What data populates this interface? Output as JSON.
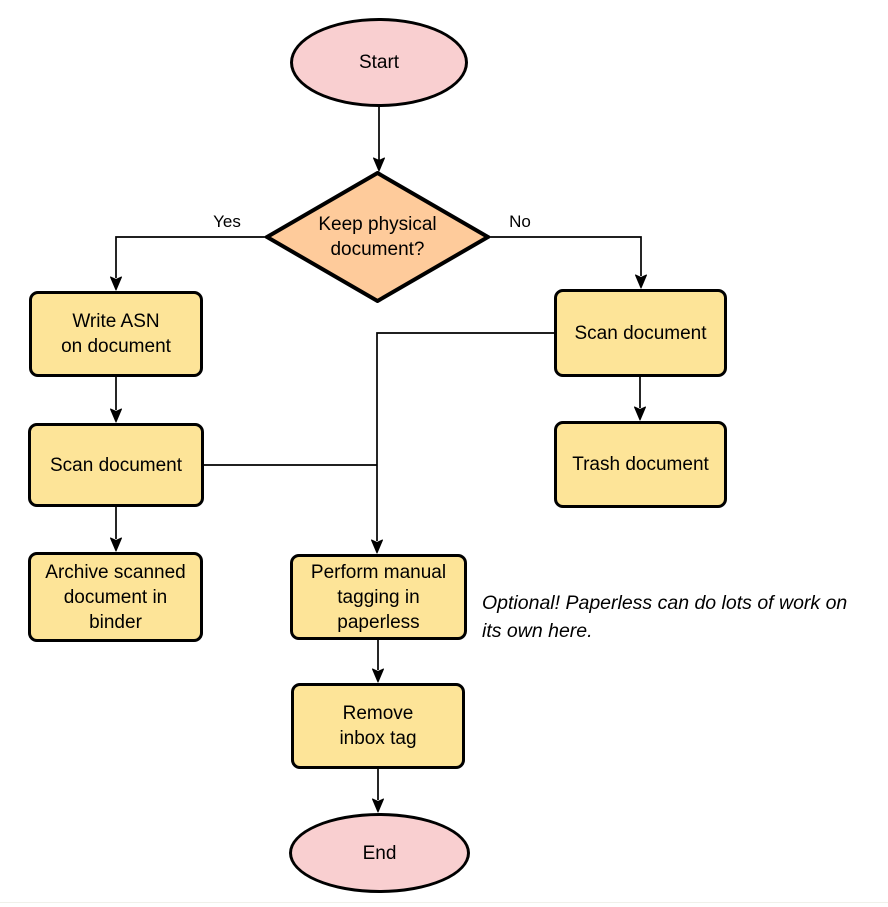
{
  "diagram": {
    "type": "flowchart",
    "nodes": {
      "start": {
        "label": "Start",
        "shape": "ellipse"
      },
      "decision": {
        "label": "Keep physical\ndocument?",
        "shape": "diamond"
      },
      "write_asn": {
        "label": "Write ASN\non document",
        "shape": "rounded-rect"
      },
      "scan_left": {
        "label": "Scan document",
        "shape": "rounded-rect"
      },
      "archive": {
        "label": "Archive scanned\ndocument in\nbinder",
        "shape": "rounded-rect"
      },
      "scan_right": {
        "label": "Scan document",
        "shape": "rounded-rect"
      },
      "trash": {
        "label": "Trash document",
        "shape": "rounded-rect"
      },
      "tagging": {
        "label": "Perform manual\ntagging in\npaperless",
        "shape": "rounded-rect"
      },
      "remove_inbox": {
        "label": "Remove\ninbox tag",
        "shape": "rounded-rect"
      },
      "end": {
        "label": "End",
        "shape": "ellipse"
      }
    },
    "edge_labels": {
      "yes": "Yes",
      "no": "No"
    },
    "edges": [
      {
        "from": "start",
        "to": "decision"
      },
      {
        "from": "decision",
        "to": "write_asn",
        "label": "Yes"
      },
      {
        "from": "decision",
        "to": "scan_right",
        "label": "No"
      },
      {
        "from": "write_asn",
        "to": "scan_left"
      },
      {
        "from": "scan_left",
        "to": "archive"
      },
      {
        "from": "scan_right",
        "to": "trash"
      },
      {
        "from": "scan_right",
        "to": "tagging"
      },
      {
        "from": "scan_left",
        "to": "tagging"
      },
      {
        "from": "tagging",
        "to": "remove_inbox"
      },
      {
        "from": "remove_inbox",
        "to": "end"
      }
    ],
    "note": "Optional! Paperless can do lots of work on\nits own here.",
    "colors": {
      "terminal_fill": "#f9cfd0",
      "decision_fill": "#fecb9b",
      "process_fill": "#fde498",
      "stroke": "#000000"
    }
  }
}
